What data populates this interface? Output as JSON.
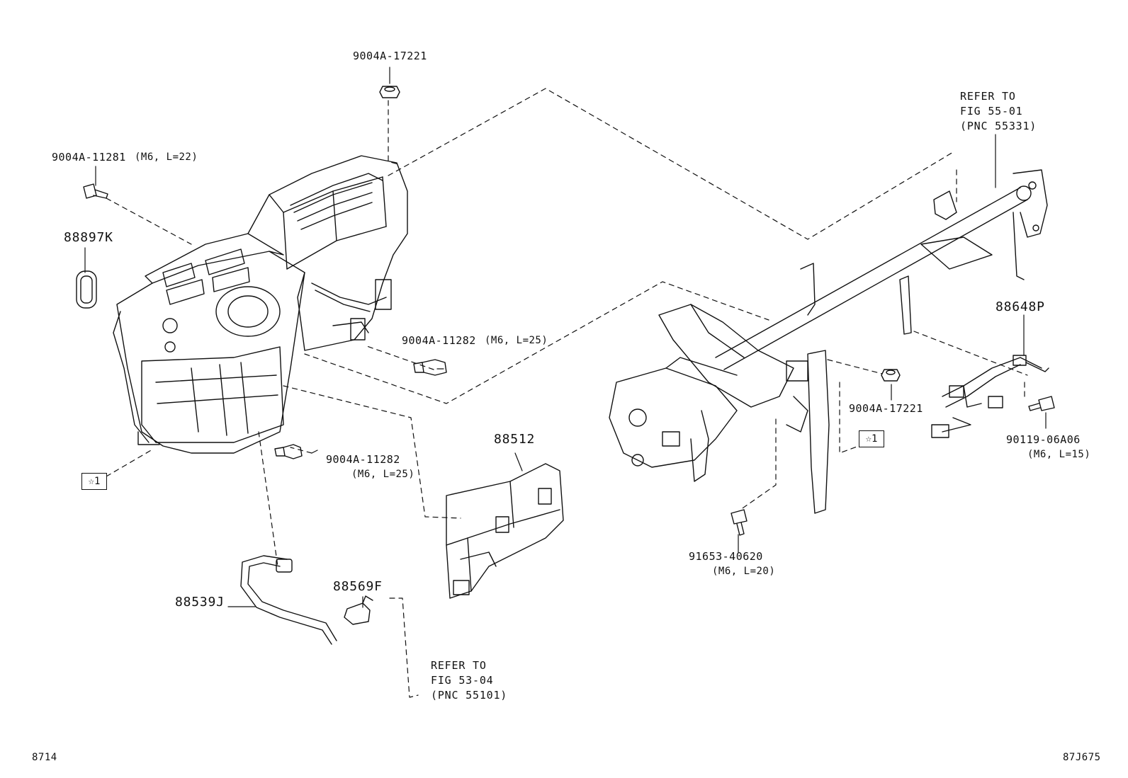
{
  "labels": {
    "p_9004A_17221_top": "9004A-17221",
    "p_9004A_11281": "9004A-11281",
    "p_9004A_11281_spec": "(M6, L=22)",
    "p_88897K": "88897K",
    "p_9004A_11282_a": "9004A-11282",
    "p_9004A_11282_a_spec": "(M6, L=25)",
    "p_9004A_11282_b": "9004A-11282",
    "p_9004A_11282_b_spec": "(M6, L=25)",
    "p_88512": "88512",
    "p_88539J": "88539J",
    "p_88569F": "88569F",
    "p_91653_40620": "91653-40620",
    "p_91653_40620_spec": "(M6, L=20)",
    "p_9004A_17221_right": "9004A-17221",
    "p_88648P": "88648P",
    "p_90119_06A06": "90119-06A06",
    "p_90119_06A06_spec": "(M6, L=15)"
  },
  "refs": {
    "fig55": [
      "REFER TO",
      "FIG 55-01",
      "(PNC 55331)"
    ],
    "fig53": [
      "REFER TO",
      "FIG 53-04",
      "(PNC 55101)"
    ]
  },
  "markers": {
    "star_left": "☆1",
    "star_right": "☆1"
  },
  "footer": {
    "left_code": "8714",
    "right_code": "87J675"
  }
}
